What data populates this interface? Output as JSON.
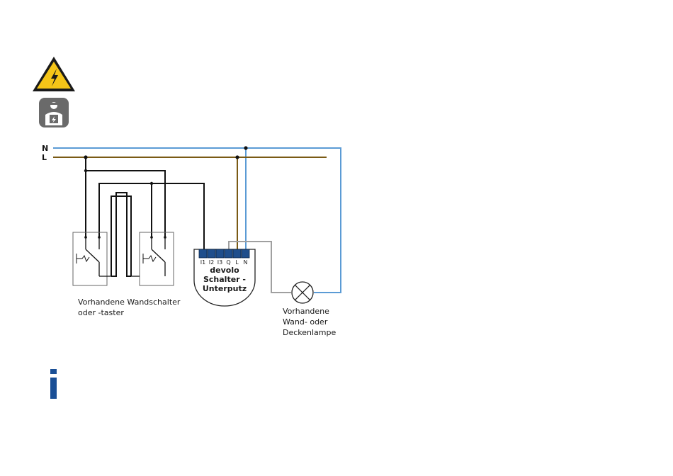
{
  "colors": {
    "neutral": "#5b9bd5",
    "live": "#7a5a14",
    "switch_wire": "#111111",
    "lamp_wire": "#a0a0a0",
    "warning_yellow": "#f5c518",
    "module_terminal": "#1f4e8c",
    "info_blue": "#1a4f96"
  },
  "icons": [
    "high-voltage-warning-icon",
    "electrician-required-icon",
    "info-icon"
  ],
  "bus": {
    "n_label": "N",
    "l_label": "L"
  },
  "module": {
    "terminals": [
      "I1",
      "I2",
      "I3",
      "Q",
      "L",
      "N"
    ],
    "line1": "devolo",
    "line2": "Schalter -",
    "line3": "Unterputz"
  },
  "switches_label": {
    "line1": "Vorhandene Wandschalter",
    "line2": "oder -taster"
  },
  "lamp_label": {
    "line1": "Vorhandene",
    "line2": "Wand- oder",
    "line3": "Deckenlampe"
  },
  "info": {
    "glyph": "i"
  }
}
